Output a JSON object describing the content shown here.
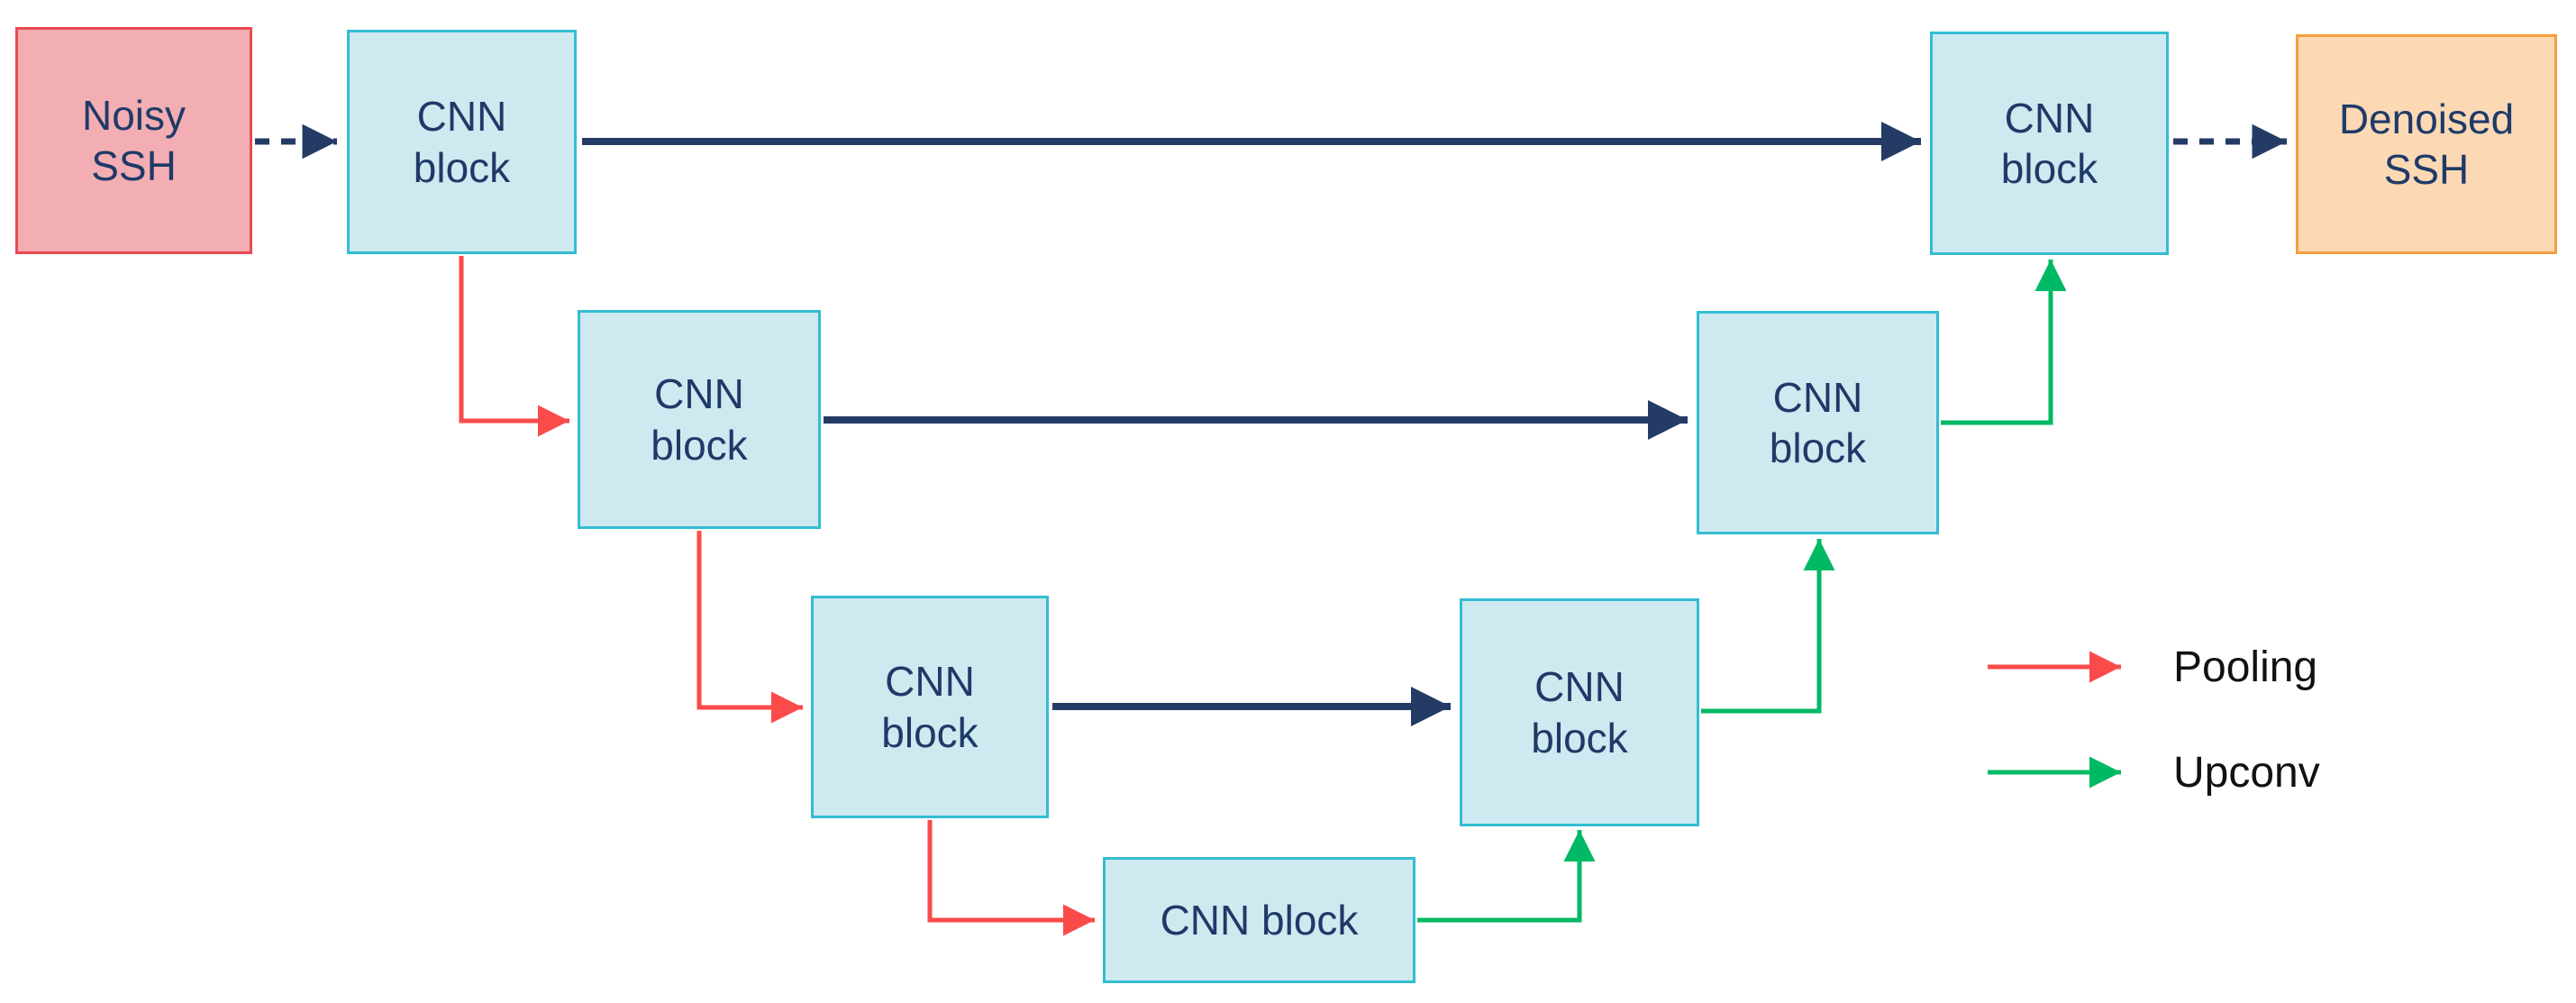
{
  "nodes": {
    "noisy": {
      "label": "Noisy\nSSH"
    },
    "enc1": {
      "label": "CNN\nblock"
    },
    "enc2": {
      "label": "CNN\nblock"
    },
    "enc3": {
      "label": "CNN\nblock"
    },
    "bottleneck": {
      "label": "CNN block"
    },
    "dec3": {
      "label": "CNN\nblock"
    },
    "dec2": {
      "label": "CNN\nblock"
    },
    "dec1": {
      "label": "CNN\nblock"
    },
    "denoised": {
      "label": "Denoised\nSSH"
    }
  },
  "legend": {
    "pooling": {
      "label": "Pooling"
    },
    "upconv": {
      "label": "Upconv"
    }
  },
  "edges": [
    {
      "from": "noisy",
      "to": "enc1",
      "type": "dashed-input"
    },
    {
      "from": "enc1",
      "to": "dec1",
      "type": "skip-connection"
    },
    {
      "from": "enc2",
      "to": "dec2",
      "type": "skip-connection"
    },
    {
      "from": "enc3",
      "to": "dec3",
      "type": "skip-connection"
    },
    {
      "from": "enc1",
      "to": "enc2",
      "type": "pooling"
    },
    {
      "from": "enc2",
      "to": "enc3",
      "type": "pooling"
    },
    {
      "from": "enc3",
      "to": "bottleneck",
      "type": "pooling"
    },
    {
      "from": "bottleneck",
      "to": "dec3",
      "type": "upconv"
    },
    {
      "from": "dec3",
      "to": "dec2",
      "type": "upconv"
    },
    {
      "from": "dec2",
      "to": "dec1",
      "type": "upconv"
    },
    {
      "from": "dec1",
      "to": "denoised",
      "type": "dashed-output"
    }
  ],
  "colors": {
    "skip": "#243b66",
    "pooling": "#fb4a4a",
    "upconv": "#00b964",
    "box_blue": "#cfe9f0",
    "box_blue_border": "#33bdd3",
    "box_pink": "#f2aeb3",
    "box_pink_border": "#ea4a52",
    "box_orange": "#fcd9b4",
    "box_orange_border": "#f59e3e",
    "node_text": "#1f3a68",
    "legend_text": "#111111"
  }
}
